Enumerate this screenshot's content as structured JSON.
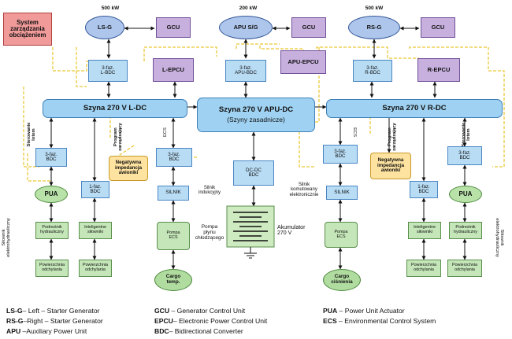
{
  "sources": {
    "lsg_power": "500 kW",
    "apu_power": "200 kW",
    "rsg_power": "500 kW",
    "lsg": "LS-G",
    "apu": "APU S/G",
    "rsg": "RS-G",
    "gcu": "GCU"
  },
  "system_box": "System\nzarządzania\nobciążeniem",
  "converters": {
    "l_bdc_3": "3-faz.\nL-BDC",
    "apu_bdc_3": "3-faz.\nAPU-BDC",
    "r_bdc_3": "3-faz.\nR-BDC",
    "l_epcu": "L-EPCU",
    "apu_epcu": "APU-EPCU",
    "r_epcu": "R-EPCU"
  },
  "buses": {
    "left": "Szyna 270 V L-DC",
    "apu_line1": "Szyna 270 V APU-DC",
    "apu_line2": "(Szyny zasadnicze)",
    "right": "Szyna 270 V R-DC"
  },
  "left_side": {
    "ster_label": "Sterowanie\nlotem",
    "prog_label": "Program\nzarządzający",
    "ecs_label": "ECS",
    "bdc3_a": "3-faz.\nBDC",
    "bdc1": "1-faz.\nBDC",
    "neg": "Negatywna\nimpedancja\nawioniki",
    "bdc3_b": "3-faz.\nBDC",
    "pua": "PUA",
    "silnik": "SILNIK",
    "silnik_label": "Silnik\nindukcyjny",
    "podnosnik": "Podnośnik\nhydrauliczny",
    "inteligentne": "Inteligentne\nsiłowniki",
    "pompa": "Pompa\nECS",
    "pompa_label": "Pompa\npłynu\nchłodzącego",
    "powierzchnia_a": "Powierzchnia\nodchylania",
    "powierzchnia_b": "Powierzchnia\nodchylania",
    "cargo": "Cargo\ntemp.",
    "side_label": "Siłownik\nelektrohydrauliczny"
  },
  "center": {
    "dcdc": "DC-DC\nBDC",
    "silnik_label": "Silnik\nkomutowany\nelektronicznie",
    "akumulator": "Akumulator\n270 V"
  },
  "right_side": {
    "ecs_label": "ECS",
    "prog_label": "Program\nzarządzający",
    "ster_label": "Sterowanie\nlotem",
    "bdc3_a": "3-faz.\nBDC",
    "neg": "Negatywna\nimpedancja\nawioniki",
    "bdc1": "1-faz.\nBDC",
    "bdc3_b": "3-faz.\nBDC",
    "silnik": "SILNIK",
    "pua": "PUA",
    "pompa": "Pompa\nECS",
    "inteligentne": "Inteligentne\nsiłowniki",
    "podnosnik": "Podnośnik\nhydrauliczny",
    "cargo": "Cargo\nciśnienia",
    "powierzchnia_a": "Powierzchnia\nodchylania",
    "powierzchnia_b": "Powierzchnia\nodchylania",
    "side_label": "Siłownik\nelektrohydrauliczny"
  },
  "legend": [
    {
      "abbr": "LS-G",
      "text": "– Left – Starter Generator"
    },
    {
      "abbr": "RS-G",
      "text": "–Right – Starter Generator"
    },
    {
      "abbr": "APU",
      "text": " –Auxiliary Power Unit"
    },
    {
      "abbr": "GCU",
      "text": " –  Generator Control Unit"
    },
    {
      "abbr": "EPCU",
      "text": "– Electronic Power Control Unit"
    },
    {
      "abbr": "BDC",
      "text": "–  Bidirectional Converter"
    },
    {
      "abbr": "PUA",
      "text": " – Power Unit Actuator"
    },
    {
      "abbr": "ECS",
      "text": " – Environmental Control System"
    }
  ],
  "colors": {
    "converter": "#b8dcf4",
    "control_unit": "#c7b0de",
    "generator": "#aec6ec",
    "bus": "#9fd2f2",
    "load": "#c4e6b8",
    "avionics": "#fde2a0",
    "management": "#f09a9a",
    "signal_line": "#e6b800"
  }
}
